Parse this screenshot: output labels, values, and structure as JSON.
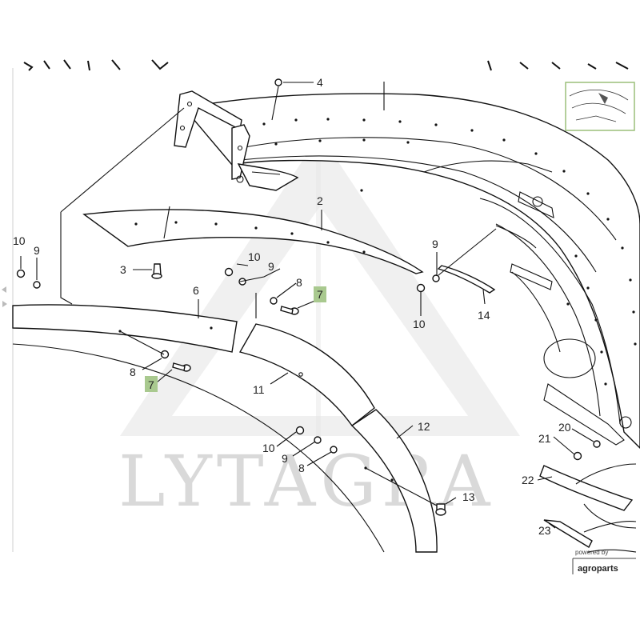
{
  "watermark": {
    "text": "LYTAGRA"
  },
  "badge": {
    "line1": "powered by",
    "line2": "agroparts"
  },
  "callouts": {
    "c2": "2",
    "c3": "3",
    "c4": "4",
    "c6": "6",
    "c7a": "7",
    "c7b": "7",
    "c8a": "8",
    "c8b": "8",
    "c8c": "8",
    "c9a": "9",
    "c9b": "9",
    "c9c": "9",
    "c9d": "9",
    "c10a": "10",
    "c10b": "10",
    "c10c": "10",
    "c10d": "10",
    "c11": "11",
    "c12": "12",
    "c13": "13",
    "c14": "14",
    "c20": "20",
    "c21": "21",
    "c22": "22",
    "c23": "23"
  },
  "colors": {
    "highlight": "#a9c98f",
    "watermark": "#d9d9d9",
    "line": "#111111"
  }
}
